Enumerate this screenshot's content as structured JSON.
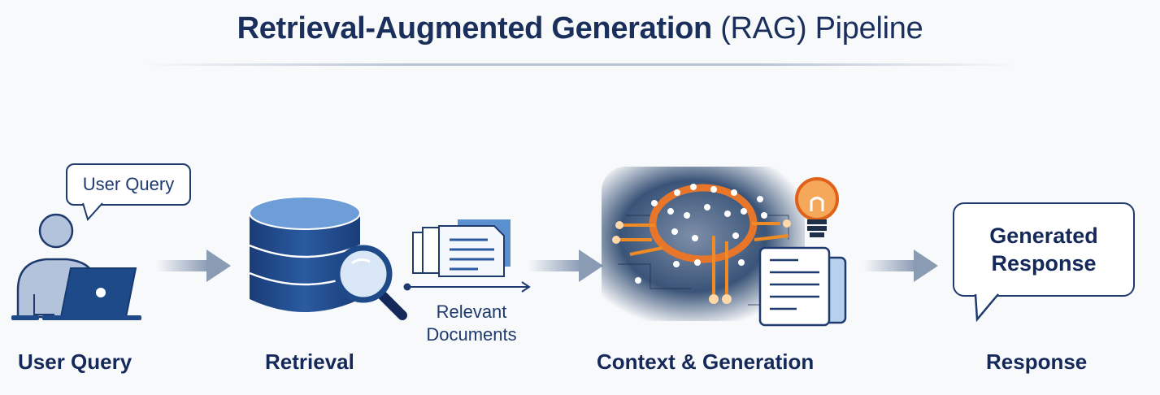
{
  "title": {
    "bold": "Retrieval-Augmented Generation",
    "regular": "(RAG) Pipeline"
  },
  "stages": [
    {
      "id": "user-query",
      "label": "User Query",
      "icon": "user-laptop-icon",
      "bubble": "User Query"
    },
    {
      "id": "retrieval",
      "label": "Retrieval",
      "icon": "database-search-icon"
    },
    {
      "id": "context-generation",
      "label": "Context & Generation",
      "icon": "ai-brain-circuit-icon"
    },
    {
      "id": "response",
      "label": "Response",
      "icon": "speech-bubble-icon",
      "bubble_lines": [
        "Generated",
        "Response"
      ]
    }
  ],
  "relevant_documents": {
    "line1": "Relevant",
    "line2": "Documents",
    "icon": "documents-icon"
  },
  "colors": {
    "navy": "#1a2f5c",
    "primary_blue": "#1e4a8a",
    "light_blue": "#8fb4e0",
    "orange": "#f08a24",
    "arrow_gray": "#8a9bb4"
  }
}
